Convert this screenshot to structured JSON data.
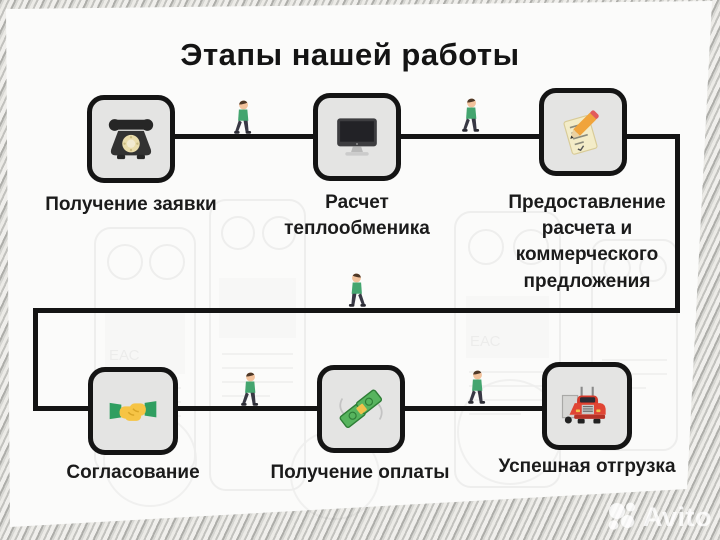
{
  "title": "Этапы нашей работы",
  "steps": [
    {
      "label": "Получение заявки",
      "icon": "phone-icon"
    },
    {
      "label": "Расчет\nтеплообменика",
      "icon": "computer-icon"
    },
    {
      "label": "Предоставление\nрасчета и\nкоммерческого\nпредложения",
      "icon": "notepad-pencil-icon"
    },
    {
      "label": "Согласование",
      "icon": "handshake-icon"
    },
    {
      "label": "Получение оплаты",
      "icon": "money-icon"
    },
    {
      "label": "Успешная отгрузка",
      "icon": "truck-icon"
    }
  ],
  "background": {
    "eac_mark": "ЕАС"
  },
  "watermark": {
    "brand": "Avito"
  },
  "colors": {
    "connector": "#141414",
    "box_fill": "#e4e4e3",
    "box_border": "#141414",
    "walker_shirt": "#44a56f",
    "truck_red": "#d9402f",
    "money_green": "#57b45e",
    "paper_yellow": "#f3ecc8",
    "handshake_yellow": "#f6c445",
    "sleeve_green": "#2f9e60",
    "frame_gray": "#c2c2be"
  }
}
